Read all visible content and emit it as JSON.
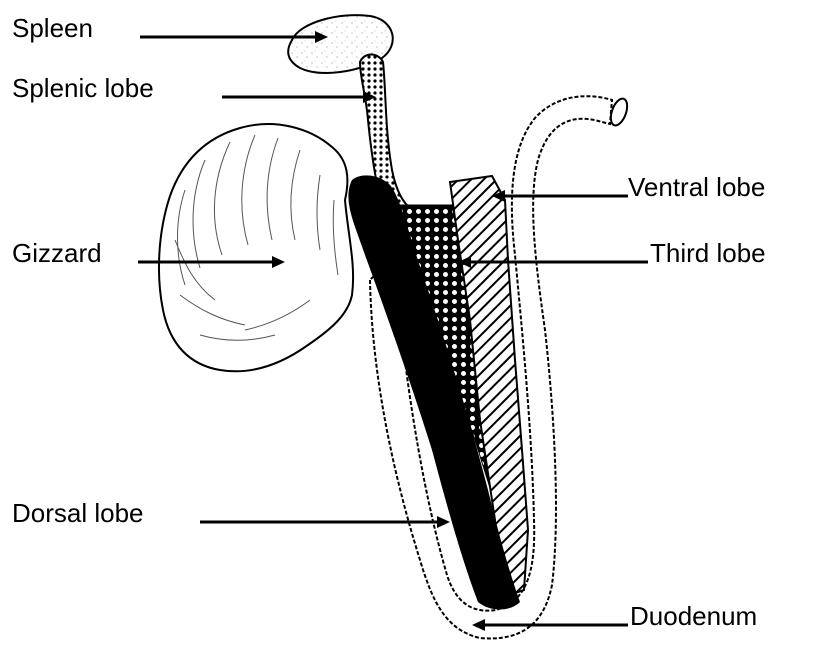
{
  "labels": {
    "spleen": "Spleen",
    "splenic_lobe": "Splenic lobe",
    "gizzard": "Gizzard",
    "ventral_lobe": "Ventral lobe",
    "third_lobe": "Third lobe",
    "dorsal_lobe": "Dorsal lobe",
    "duodenum": "Duodenum"
  }
}
